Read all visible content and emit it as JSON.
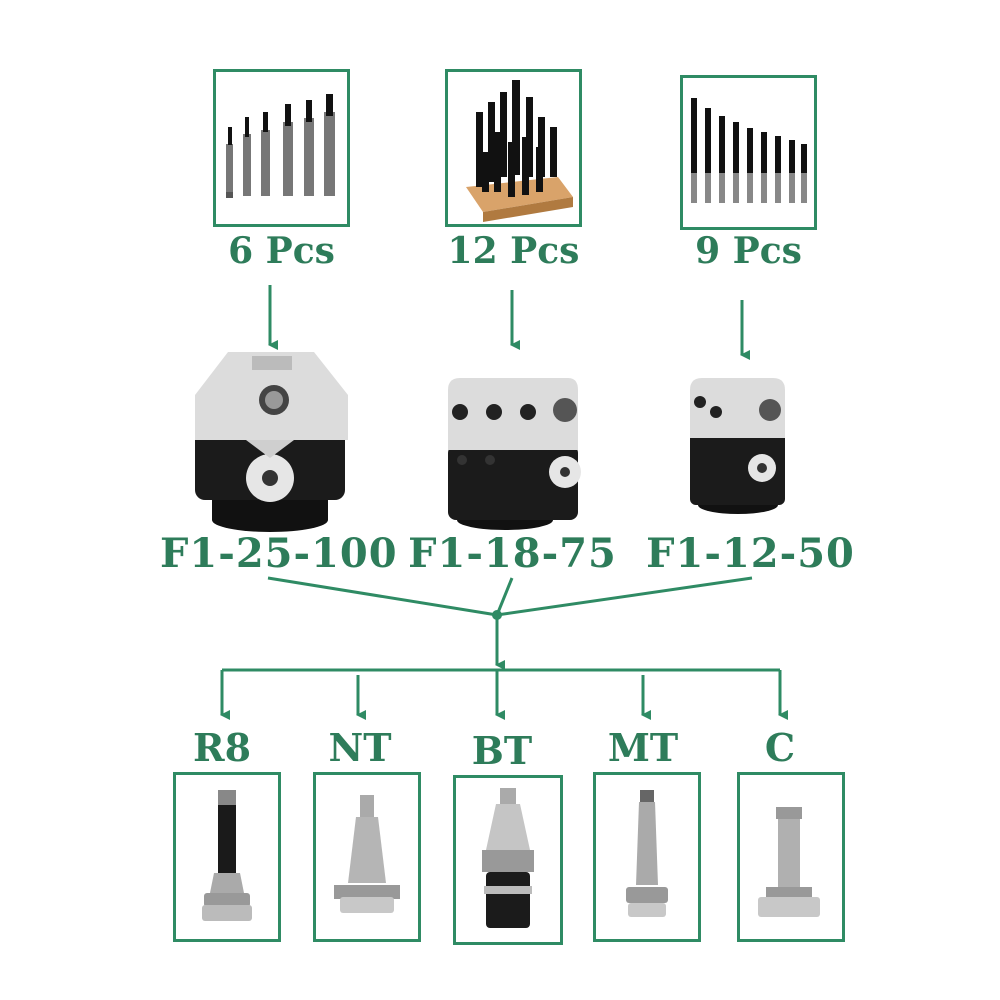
{
  "colors": {
    "accent": "#2f8b64",
    "text": "#2e7c5a"
  },
  "bar_sets": [
    {
      "label": "6 Pcs",
      "icon": "boring-bars-6-icon"
    },
    {
      "label": "12 Pcs",
      "icon": "boring-bars-12-in-wooden-stand-icon"
    },
    {
      "label": "9 Pcs",
      "icon": "boring-bars-9-icon"
    }
  ],
  "heads": [
    {
      "label": "F1-25-100",
      "icon": "boring-head-large-icon"
    },
    {
      "label": "F1-18-75",
      "icon": "boring-head-medium-icon"
    },
    {
      "label": "F1-12-50",
      "icon": "boring-head-small-icon"
    }
  ],
  "shanks": [
    {
      "label": "R8",
      "icon": "r8-shank-icon"
    },
    {
      "label": "NT",
      "icon": "nt-shank-icon"
    },
    {
      "label": "BT",
      "icon": "bt-shank-icon"
    },
    {
      "label": "MT",
      "icon": "mt-shank-icon"
    },
    {
      "label": "C",
      "icon": "c-shank-icon"
    }
  ]
}
